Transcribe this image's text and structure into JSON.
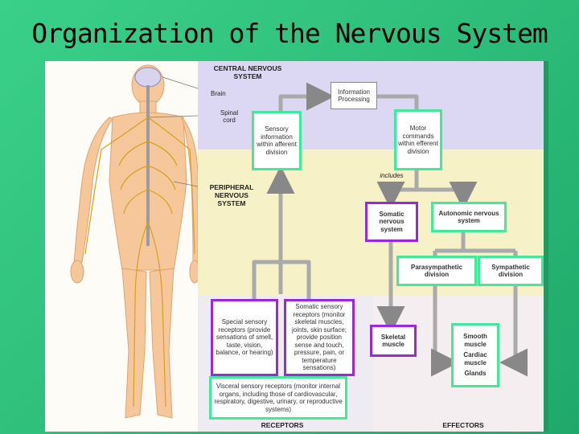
{
  "title": "Organization of the Nervous System",
  "bands": {
    "cns": "CENTRAL NERVOUS SYSTEM",
    "pns": "PERIPHERAL NERVOUS SYSTEM",
    "receptors": "RECEPTORS",
    "effectors": "EFFECTORS"
  },
  "figure_labels": {
    "brain": "Brain",
    "spinal_cord": "Spinal cord"
  },
  "boxes": {
    "info": "Information Processing",
    "sensory_afferent": "Sensory information within afferent division",
    "motor_efferent": "Motor commands within efferent division",
    "includes": "includes",
    "somatic": "Somatic nervous system",
    "autonomic": "Autonomic nervous system",
    "parasympathetic": "Parasympathetic division",
    "sympathetic": "Sympathetic division",
    "special_sensory": "Special sensory receptors (provide sensations of smell, taste, vision, balance, or hearing)",
    "somatic_sensory": "Somatic sensory receptors (monitor skeletal muscles, joints, skin surface; provide position sense and touch, pressure, pain, or temperature sensations)",
    "visceral_sensory": "Visceral sensory receptors (monitor internal organs, including those of cardiovascular, respiratory, digestive, urinary, or reproductive systems)",
    "skeletal": "Skeletal muscle",
    "smooth": "Smooth muscle",
    "cardiac": "Cardiac muscle",
    "glands": "Glands"
  }
}
